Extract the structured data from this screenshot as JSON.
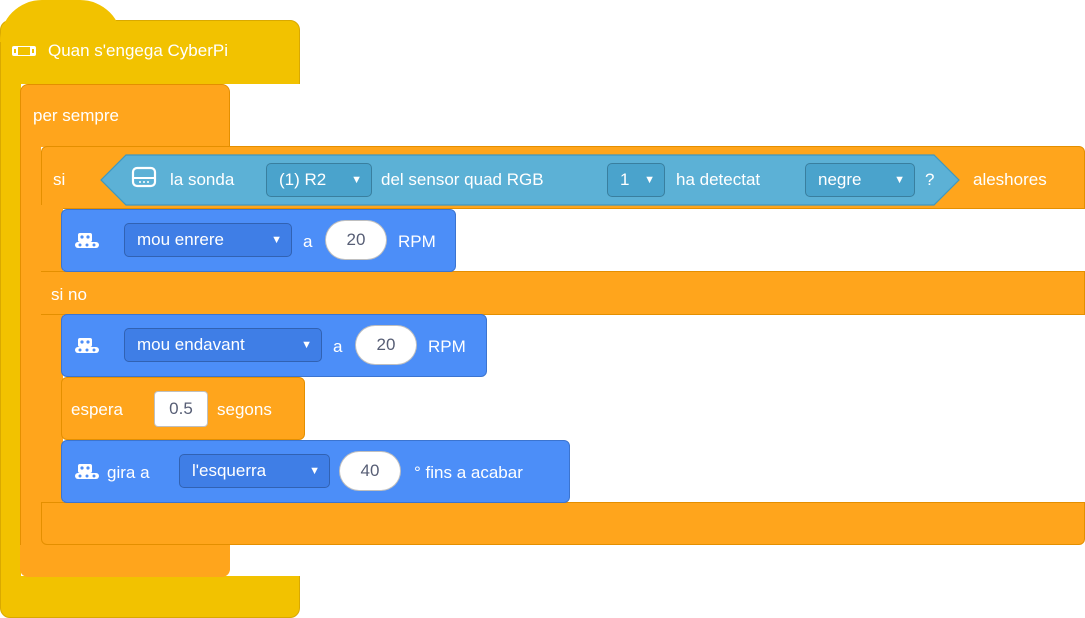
{
  "hat": {
    "label": "Quan s'engega CyberPi",
    "icon": "cyberpi-icon"
  },
  "forever": {
    "label": "per sempre"
  },
  "ifelse": {
    "if_label": "si",
    "then_label": "aleshores",
    "else_label": "si no"
  },
  "condition": {
    "label_1": "la sonda",
    "probe_value": "(1) R2",
    "label_2": "del sensor quad RGB",
    "sensor_index": "1",
    "label_3": "ha detectat",
    "color_value": "negre",
    "question_mark": "?"
  },
  "move_back": {
    "direction": "mou enrere",
    "a_label": "a",
    "speed": "20",
    "unit": "RPM"
  },
  "move_forward": {
    "direction": "mou endavant",
    "a_label": "a",
    "speed": "20",
    "unit": "RPM"
  },
  "wait": {
    "label": "espera",
    "value": "0.5",
    "unit": "segons"
  },
  "turn": {
    "label": "gira a",
    "direction": "l'esquerra",
    "angle": "40",
    "suffix": "° fins a acabar"
  },
  "colors": {
    "events": "#f2c200",
    "control": "#ffa51c",
    "motion": "#4c8ef8",
    "sensing": "#5cb1d6"
  }
}
